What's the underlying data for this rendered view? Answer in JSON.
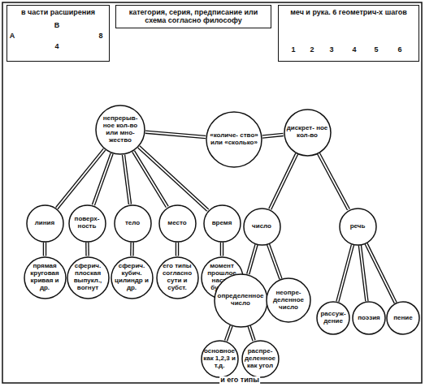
{
  "diagram": {
    "nodes": [
      {
        "text": [
          "в части расширения"
        ]
      },
      {
        "text": [
          "категория, серия, предписание или схема согласно философу"
        ]
      },
      {
        "text": [
          "меч и рука. 6 геометрич-х шагов"
        ]
      },
      {
        "text": [
          "«количе- ство» или «сколько»"
        ]
      },
      {
        "text": [
          "непрерыв- ное кол-во или мно- жество"
        ]
      },
      {
        "text": [
          "дискрет- ное кол-во"
        ]
      },
      {
        "text": [
          "линия"
        ]
      },
      {
        "text": [
          "поверх- ность"
        ]
      },
      {
        "text": [
          "тело"
        ]
      },
      {
        "text": [
          "место"
        ]
      },
      {
        "text": [
          "время"
        ]
      },
      {
        "text": [
          "число"
        ]
      },
      {
        "text": [
          "речь"
        ]
      },
      {
        "text": [
          "прямая круговая кривая и др."
        ]
      },
      {
        "text": [
          "сферич. плоская выпукл., вогнут"
        ]
      },
      {
        "text": [
          "сферич. кубич. цилиндр и др."
        ]
      },
      {
        "text": [
          "его типы согласно сути и субст."
        ]
      },
      {
        "text": [
          "момент прошлое наст-е будущ."
        ]
      },
      {
        "text": [
          "определенное число"
        ]
      },
      {
        "text": [
          "неопре- деленное число"
        ]
      },
      {
        "text": [
          "рассуж- дение"
        ]
      },
      {
        "text": [
          "поэзия"
        ]
      },
      {
        "text": [
          "пение"
        ]
      },
      {
        "text": [
          "основное как 1,2,3 и т.д."
        ]
      },
      {
        "text": [
          "распре- деленное как угол"
        ]
      }
    ],
    "edges": [
      {
        "from": 3,
        "to": 4,
        "arrow": "none"
      },
      {
        "from": 3,
        "to": 5,
        "arrow": "none"
      },
      {
        "from": 4,
        "to": 6,
        "arrow": "none"
      },
      {
        "from": 4,
        "to": 7,
        "arrow": "none"
      },
      {
        "from": 4,
        "to": 8,
        "arrow": "none"
      },
      {
        "from": 4,
        "to": 9,
        "arrow": "none"
      },
      {
        "from": 4,
        "to": 10,
        "arrow": "none"
      },
      {
        "from": 5,
        "to": 11,
        "arrow": "none"
      },
      {
        "from": 5,
        "to": 12,
        "arrow": "none"
      },
      {
        "from": 6,
        "to": 13,
        "arrow": "none"
      },
      {
        "from": 7,
        "to": 14,
        "arrow": "none"
      },
      {
        "from": 8,
        "to": 15,
        "arrow": "none"
      },
      {
        "from": 9,
        "to": 16,
        "arrow": "none"
      },
      {
        "from": 10,
        "to": 17,
        "arrow": "none"
      },
      {
        "from": 11,
        "to": 18,
        "arrow": "none"
      },
      {
        "from": 11,
        "to": 19,
        "arrow": "none"
      },
      {
        "from": 12,
        "to": 20,
        "arrow": "none"
      },
      {
        "from": 12,
        "to": 21,
        "arrow": "none"
      },
      {
        "from": 12,
        "to": 22,
        "arrow": "none"
      },
      {
        "from": 18,
        "to": 23,
        "arrow": "none"
      },
      {
        "from": 18,
        "to": 24,
        "arrow": "none"
      }
    ],
    "labels": [
      "А",
      "В",
      "4",
      "8",
      "1",
      "2",
      "3",
      "4",
      "5",
      "6",
      "и его типы"
    ]
  }
}
